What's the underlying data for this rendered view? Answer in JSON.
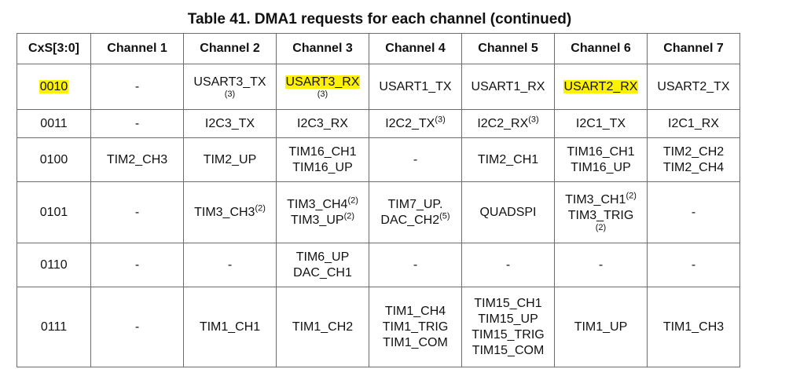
{
  "title": "Table 41. DMA1 requests for each channel (continued)",
  "headers": [
    "CxS[3:0]",
    "Channel 1",
    "Channel 2",
    "Channel 3",
    "Channel 4",
    "Channel 5",
    "Channel 6",
    "Channel 7"
  ],
  "highlight_color": "#fff200",
  "rows": [
    {
      "code": "0010",
      "code_highlighted": true,
      "cells": [
        {
          "lines": [
            {
              "text": "-"
            }
          ]
        },
        {
          "lines": [
            {
              "text": "USART3_TX"
            }
          ],
          "subnote": "(3)"
        },
        {
          "lines": [
            {
              "text": "USART3_RX",
              "highlighted": true
            }
          ],
          "subnote": "(3)"
        },
        {
          "lines": [
            {
              "text": "USART1_TX"
            }
          ]
        },
        {
          "lines": [
            {
              "text": "USART1_RX"
            }
          ]
        },
        {
          "lines": [
            {
              "text": "USART2_RX",
              "highlighted": true
            }
          ]
        },
        {
          "lines": [
            {
              "text": "USART2_TX"
            }
          ]
        }
      ]
    },
    {
      "code": "0011",
      "cells": [
        {
          "lines": [
            {
              "text": "-"
            }
          ]
        },
        {
          "lines": [
            {
              "text": "I2C3_TX"
            }
          ]
        },
        {
          "lines": [
            {
              "text": "I2C3_RX"
            }
          ]
        },
        {
          "lines": [
            {
              "text": "I2C2_TX",
              "note": "(3)"
            }
          ]
        },
        {
          "lines": [
            {
              "text": "I2C2_RX",
              "note": "(3)"
            }
          ]
        },
        {
          "lines": [
            {
              "text": "I2C1_TX"
            }
          ]
        },
        {
          "lines": [
            {
              "text": "I2C1_RX"
            }
          ]
        }
      ]
    },
    {
      "code": "0100",
      "cells": [
        {
          "lines": [
            {
              "text": "TIM2_CH3"
            }
          ]
        },
        {
          "lines": [
            {
              "text": "TIM2_UP"
            }
          ]
        },
        {
          "lines": [
            {
              "text": "TIM16_CH1"
            },
            {
              "text": "TIM16_UP"
            }
          ]
        },
        {
          "lines": [
            {
              "text": "-"
            }
          ]
        },
        {
          "lines": [
            {
              "text": "TIM2_CH1"
            }
          ]
        },
        {
          "lines": [
            {
              "text": "TIM16_CH1"
            },
            {
              "text": "TIM16_UP"
            }
          ]
        },
        {
          "lines": [
            {
              "text": "TIM2_CH2"
            },
            {
              "text": "TIM2_CH4"
            }
          ]
        }
      ]
    },
    {
      "code": "0101",
      "cells": [
        {
          "lines": [
            {
              "text": "-"
            }
          ]
        },
        {
          "lines": [
            {
              "text": "TIM3_CH3",
              "note": "(2)"
            }
          ]
        },
        {
          "lines": [
            {
              "text": "TIM3_CH4",
              "note": "(2)"
            },
            {
              "text": "TIM3_UP",
              "note": "(2)"
            }
          ]
        },
        {
          "lines": [
            {
              "text": "TIM7_UP."
            },
            {
              "text": "DAC_CH2",
              "note": "(5)"
            }
          ]
        },
        {
          "lines": [
            {
              "text": "QUADSPI"
            }
          ]
        },
        {
          "lines": [
            {
              "text": "TIM3_CH1",
              "note": "(2)"
            },
            {
              "text": "TIM3_TRIG"
            }
          ],
          "subnote": "(2)"
        },
        {
          "lines": [
            {
              "text": "-"
            }
          ]
        }
      ]
    },
    {
      "code": "0110",
      "cells": [
        {
          "lines": [
            {
              "text": "-"
            }
          ]
        },
        {
          "lines": [
            {
              "text": "-"
            }
          ]
        },
        {
          "lines": [
            {
              "text": "TIM6_UP"
            },
            {
              "text": "DAC_CH1"
            }
          ]
        },
        {
          "lines": [
            {
              "text": "-"
            }
          ]
        },
        {
          "lines": [
            {
              "text": "-"
            }
          ]
        },
        {
          "lines": [
            {
              "text": "-"
            }
          ]
        },
        {
          "lines": [
            {
              "text": "-"
            }
          ]
        }
      ]
    },
    {
      "code": "0111",
      "cells": [
        {
          "lines": [
            {
              "text": "-"
            }
          ]
        },
        {
          "lines": [
            {
              "text": "TIM1_CH1"
            }
          ]
        },
        {
          "lines": [
            {
              "text": "TIM1_CH2"
            }
          ]
        },
        {
          "lines": [
            {
              "text": "TIM1_CH4"
            },
            {
              "text": "TIM1_TRIG"
            },
            {
              "text": "TIM1_COM"
            }
          ]
        },
        {
          "lines": [
            {
              "text": "TIM15_CH1"
            },
            {
              "text": "TIM15_UP"
            },
            {
              "text": "TIM15_TRIG"
            },
            {
              "text": "TIM15_COM"
            }
          ]
        },
        {
          "lines": [
            {
              "text": "TIM1_UP"
            }
          ]
        },
        {
          "lines": [
            {
              "text": "TIM1_CH3"
            }
          ]
        }
      ]
    }
  ]
}
